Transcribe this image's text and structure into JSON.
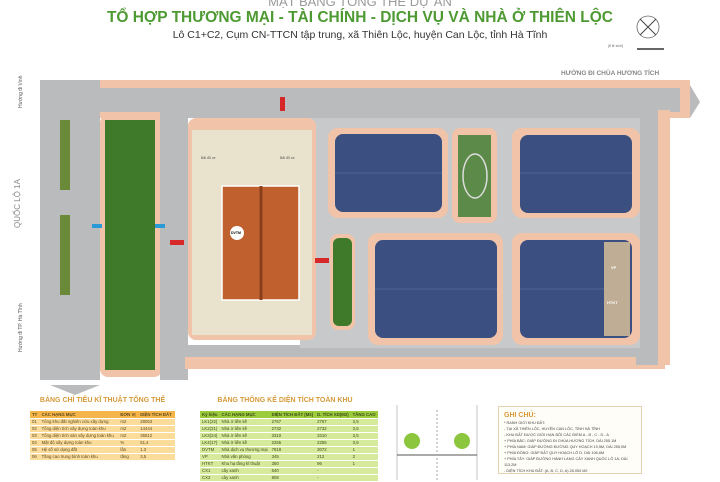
{
  "header": {
    "pretitle": "MẶT BẰNG TỔNG THỂ DỰ ÁN",
    "title": "TỔ HỢP THƯƠNG MẠI - TÀI CHÍNH - DỊCH VỤ VÀ NHÀ Ở THIÊN LỘC",
    "subtitle": "Lô C1+C2, Cụm CN-TTCN tập trung, xã Thiên Lộc, huyện Can Lộc, tỉnh Hà Tĩnh"
  },
  "compass": {
    "scale_label": "(tỉ lệ xích)"
  },
  "map": {
    "direction_east": "HƯỚNG ĐI CHÙA HƯƠNG TÍCH",
    "direction_north": "Hướng đi Vinh",
    "direction_south": "Hướng đi TP. Hà Tĩnh",
    "highway": "QUỐC LỘ 1A",
    "parking_a": "Bãi đỗ xe",
    "parking_b": "Bãi đỗ xe",
    "labels": {
      "dvtm": "DVTM",
      "vp": "VP",
      "httkt": "HTKT"
    },
    "colors": {
      "road": "#b9bbbd",
      "sidewalk": "#f1c3a8",
      "roof": "#c0602e",
      "solar": "#3b4f80",
      "plaza": "#e9e2cd",
      "park": "#3f7a2a",
      "dim_red": "#d62828",
      "dim_blue": "#2a9ad6"
    }
  },
  "table_left": {
    "title": "BẢNG CHỈ TIÊU KĨ THUẬT TỔNG THỂ",
    "headers": [
      "TT",
      "CÁC HẠNG MỤC",
      "ĐƠN VỊ",
      "DIỆN TÍCH ĐẤT"
    ],
    "rows": [
      [
        "01",
        "Tổng khu đất nghiên cứu xây dựng",
        "m2",
        "28053"
      ],
      [
        "02",
        "Tổng diện tích xây dựng toàn khu",
        "m2",
        "14444"
      ],
      [
        "03",
        "Tổng diện tích sàn xây dựng toàn khu",
        "m2",
        "36512"
      ],
      [
        "04",
        "Mật độ xây dựng toàn khu",
        "%",
        "51,4"
      ],
      [
        "05",
        "Hệ số sử dụng đất",
        "lần",
        "1.3"
      ],
      [
        "06",
        "Tầng cao trung bình toàn khu",
        "tầng",
        "3,5"
      ]
    ]
  },
  "table_mid": {
    "title": "BẢNG THỐNG KÊ DIỆN TÍCH TOÀN KHU",
    "headers": [
      "Ký hiệu",
      "CÁC HẠNG MỤC",
      "DIỆN TÍCH ĐẤT (M2)",
      "D. TÍCH XD(M2)",
      "TẦNG CAO"
    ],
    "rows": [
      [
        "LK1(22)",
        "Nhà ở liền kề",
        "2767",
        "2767",
        "3,5"
      ],
      [
        "LK2(21)",
        "Nhà ở liền kề",
        "2732",
        "2732",
        "3,5"
      ],
      [
        "LK3(24)",
        "Nhà ở liền kề",
        "3310",
        "3310",
        "3,5"
      ],
      [
        "LK4(17)",
        "Nhà ở liền kề",
        "2255",
        "2255",
        "3,5"
      ],
      [
        "DVTM",
        "Nhà dịch vụ thương mại",
        "7818",
        "3072",
        "1"
      ],
      [
        "VP",
        "Nhà văn phòng",
        "345",
        "212",
        "2"
      ],
      [
        "HTKT",
        "Khu hạ tầng kĩ thuật",
        "350",
        "96",
        "1"
      ],
      [
        "CX1",
        "cây xanh",
        "640",
        "-",
        ""
      ],
      [
        "CX2",
        "cây xanh",
        "808",
        "-",
        ""
      ]
    ]
  },
  "notes": {
    "title": "GHI CHÚ:",
    "lines": [
      "* RANH GIỚI KHU ĐẤT:",
      "- TẠI XÃ THIÊN LỘC, HUYỆN CAN LỘC, TỈNH HÀ TĨNH",
      "- KHU ĐẤT ĐƯỢC GIỚI HẠN BỞI CÁC ĐIỂM A - B - C - D - A",
      "+ PHÍA BẮC: GIÁP ĐƯỜNG ĐI CHÙA HƯƠNG TÍCH, DÀI 255,1M",
      "+ PHÍA NAM: GIÁP ĐƯỜNG ĐƯỜNG QUY HOẠCH 19,5M, DÀI 255,0M",
      "+ PHÍA ĐÔNG: GIÁP ĐẤT QUY HOẠCH LÔ D, DÀI 106,6M",
      "+ PHÍA TÂY: GIÁP ĐƯỜNG HÀNH LANG CÂY XANH QUỐC LỘ 1A, DÀI 113,2M",
      "- DIỆN TÍCH KHU ĐẤT: (A, B, C, D, A) 28.053 M2"
    ]
  }
}
